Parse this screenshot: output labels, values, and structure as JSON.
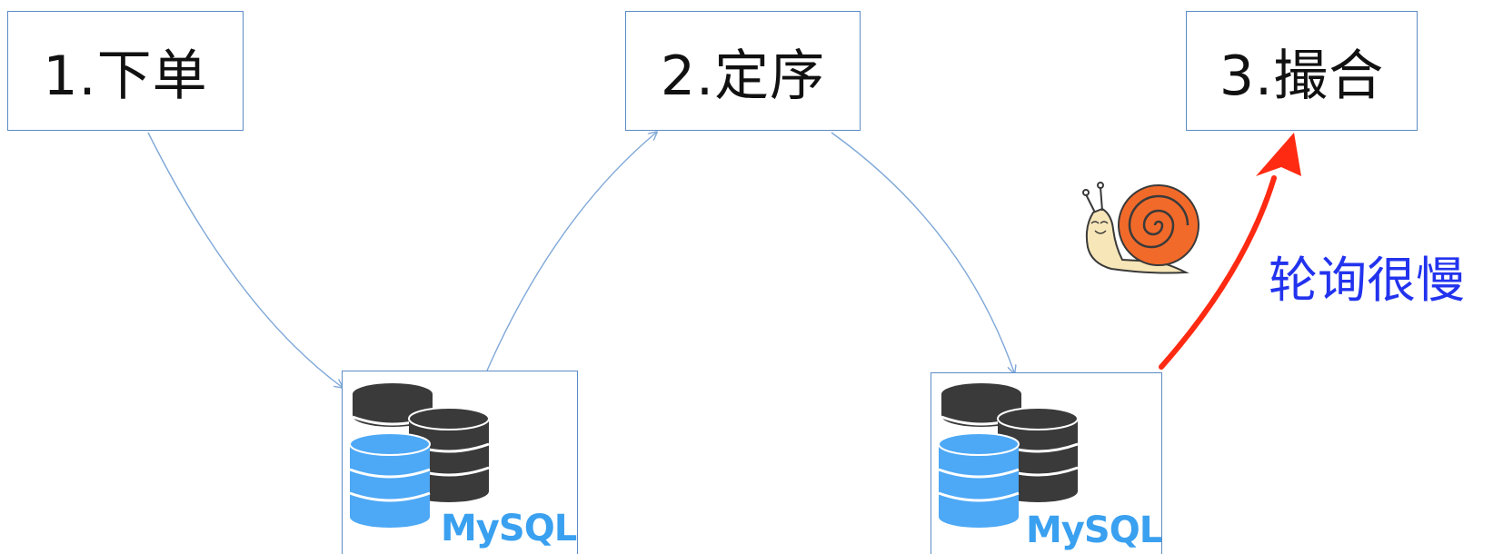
{
  "steps": [
    {
      "label": "1.下单"
    },
    {
      "label": "2.定序"
    },
    {
      "label": "3.撮合"
    }
  ],
  "databases": [
    {
      "label": "MySQL"
    },
    {
      "label": "MySQL"
    }
  ],
  "annotation": {
    "text": "轮询很慢",
    "icon": "snail-icon"
  },
  "colors": {
    "box_border": "#5b8bc5",
    "connector": "#7fa8d8",
    "highlight_arrow": "#ff2a12",
    "annotation_text": "#2233ee",
    "db_primary": "#4da8f5",
    "db_secondary": "#3a3a3a"
  }
}
